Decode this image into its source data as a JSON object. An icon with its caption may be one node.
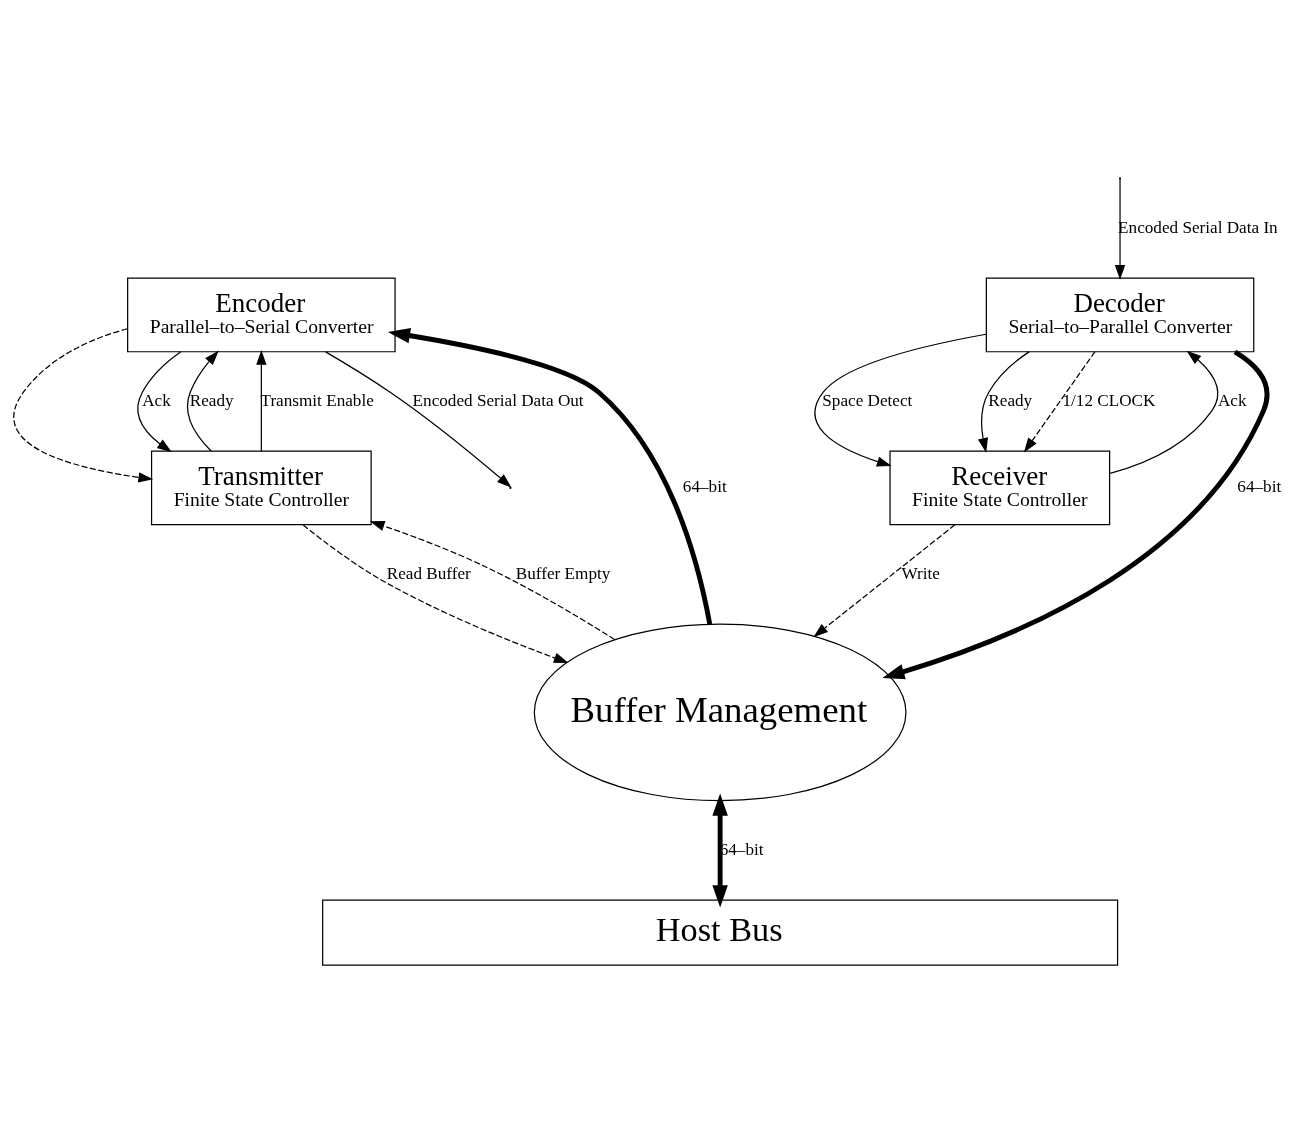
{
  "diagram": {
    "nodes": [
      {
        "text": [
          "Decoder",
          "Serial–to–Parallel Converter"
        ]
      },
      {
        "text": [
          "Encoder",
          "Parallel–to–Serial Converter"
        ]
      },
      {
        "text": [
          "Receiver",
          "Finite State Controller"
        ]
      },
      {
        "text": [
          "Transmitter",
          "Finite State Controller"
        ]
      },
      {
        "text": [
          "Buffer Management"
        ]
      },
      {
        "text": [
          "Host Bus"
        ]
      }
    ],
    "edges": [
      {
        "from": null,
        "to": 0,
        "arrow": "to",
        "label": "Encoded Serial Data In"
      },
      {
        "from": 1,
        "to": null,
        "arrow": "to",
        "label": "Encoded Serial Data Out"
      },
      {
        "from": 0,
        "to": 2,
        "arrow": "to",
        "label": "Space Detect"
      },
      {
        "from": 0,
        "to": 2,
        "arrow": "to",
        "label": "Ready"
      },
      {
        "from": 2,
        "to": 0,
        "arrow": "to",
        "label": "Ack"
      },
      {
        "from": 0,
        "to": 2,
        "arrow": "to",
        "style": "dashed",
        "label": "1/12 CLOCK"
      },
      {
        "from": 1,
        "to": 3,
        "arrow": "to",
        "style": "dashed"
      },
      {
        "from": 0,
        "to": 4,
        "arrow": "to",
        "style": "thick",
        "label": "64–bit"
      },
      {
        "from": 4,
        "to": 1,
        "arrow": "to",
        "style": "thick",
        "label": "64–bit"
      },
      {
        "from": 3,
        "to": 1,
        "arrow": "to",
        "label": "Ready"
      },
      {
        "from": 1,
        "to": 3,
        "arrow": "to",
        "label": "Ack"
      },
      {
        "from": 3,
        "to": 1,
        "arrow": "to",
        "label": "Transmit Enable"
      },
      {
        "from": 2,
        "to": 4,
        "arrow": "to",
        "style": "dashed",
        "label": "Write"
      },
      {
        "from": 3,
        "to": 4,
        "arrow": "to",
        "style": "dashed",
        "label": "Read Buffer"
      },
      {
        "from": 4,
        "to": 3,
        "arrow": "to",
        "style": "dashed",
        "label": "Buffer Empty"
      },
      {
        "from": 4,
        "to": 5,
        "arrow": "both",
        "style": "thick",
        "label": "64–bit"
      }
    ]
  }
}
